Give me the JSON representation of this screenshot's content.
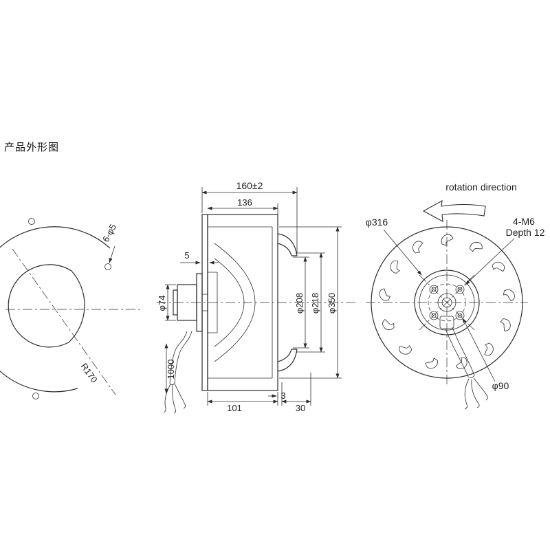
{
  "page": {
    "title": "产品外形图"
  },
  "left_view": {
    "hole_callout": "6-φ5",
    "radius_label": "R170"
  },
  "side_view": {
    "dim_total_depth": "160±2",
    "dim_body_depth": "136",
    "dim_plate": "5",
    "dim_motor_dia": "φ74",
    "dim_cable_length": "1000",
    "dim_101": "101",
    "dim_gap": "3",
    "dim_30": "30",
    "dim_inlet_dia": "φ208",
    "dim_ring_dia": "φ218",
    "dim_impeller_dia": "φ350"
  },
  "rear_view": {
    "rotation_label": "rotation direction",
    "dim_dia_316": "φ316",
    "bolt_callout_line1": "4-M6",
    "bolt_callout_line2": "Depth 12",
    "dim_dia_90": "φ90"
  },
  "colors": {
    "line": "#2b2b2b",
    "background": "#ffffff"
  }
}
